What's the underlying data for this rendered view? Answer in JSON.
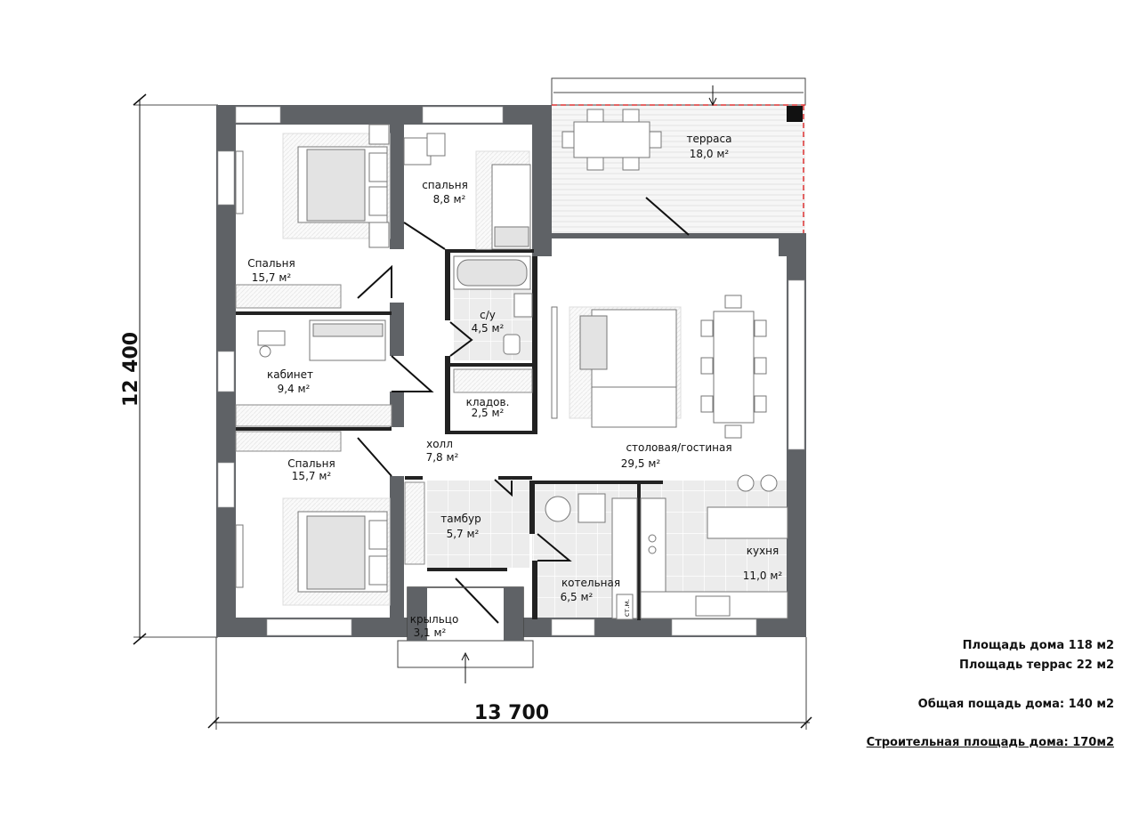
{
  "dimensions": {
    "width": "13 700",
    "height": "12 400"
  },
  "rooms": {
    "terrace": {
      "name": "терраса",
      "area": "18,0 м²"
    },
    "bedroom_small": {
      "name": "спальня",
      "area": "8,8 м²"
    },
    "bedroom_top": {
      "name": "Спальня",
      "area": "15,7 м²"
    },
    "bathroom": {
      "name": "с/у",
      "area": "4,5 м²"
    },
    "office": {
      "name": "кабинет",
      "area": "9,4 м²"
    },
    "storage": {
      "name": "кладов.",
      "area": "2,5 м²"
    },
    "hall": {
      "name": "холл",
      "area": "7,8 м²"
    },
    "living": {
      "name": "столовая/гостиная",
      "area": "29,5 м²"
    },
    "bedroom_bottom": {
      "name": "Спальня",
      "area": "15,7 м²"
    },
    "vestibule": {
      "name": "тамбур",
      "area": "5,7 м²"
    },
    "kitchen": {
      "name": "кухня",
      "area": "11,0 м²"
    },
    "boiler": {
      "name": "котельная",
      "area": "6,5 м²"
    },
    "porch": {
      "name": "крыльцо",
      "area": "3,1 м²"
    },
    "boiler_mark": "ст.м."
  },
  "legend": {
    "house_area": "Площадь дома 118 м2",
    "terrace_area": "Площадь террас 22 м2",
    "total_area": "Общая пощадь дома: 140 м2",
    "building_area": "Строительная площадь дома: 170м2"
  }
}
